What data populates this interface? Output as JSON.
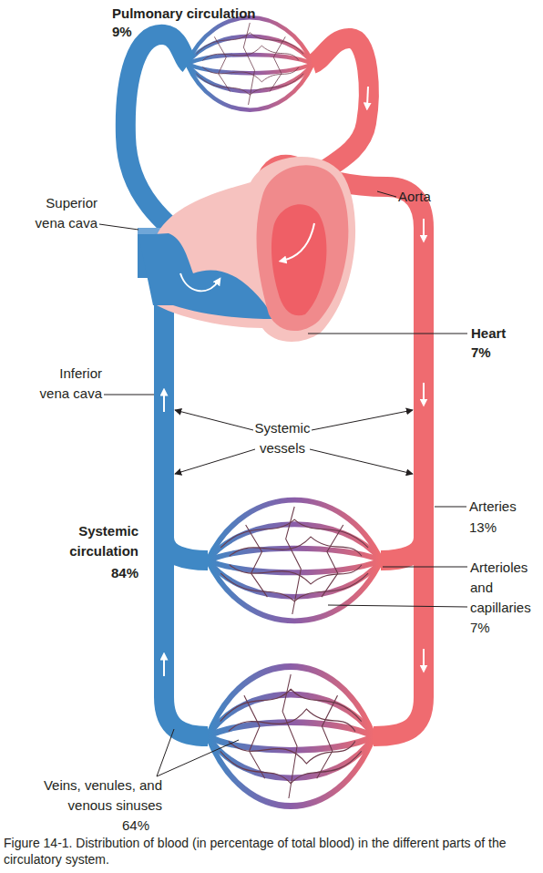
{
  "diagram": {
    "caption": "Figure 14-1. Distribution of blood (in percentage of total blood) in the different parts of the circulatory system.",
    "labels": [
      "Pulmonary circulation",
      "9%",
      "Aorta",
      "Superior vena cava",
      "Heart",
      "7%",
      "Inferior vena cava",
      "Systemic vessels",
      "Arteries",
      "13%",
      "Systemic circulation",
      "84%",
      "Arterioles and capillaries",
      "7%",
      "Veins, venules, and venous sinuses",
      "64%"
    ]
  }
}
